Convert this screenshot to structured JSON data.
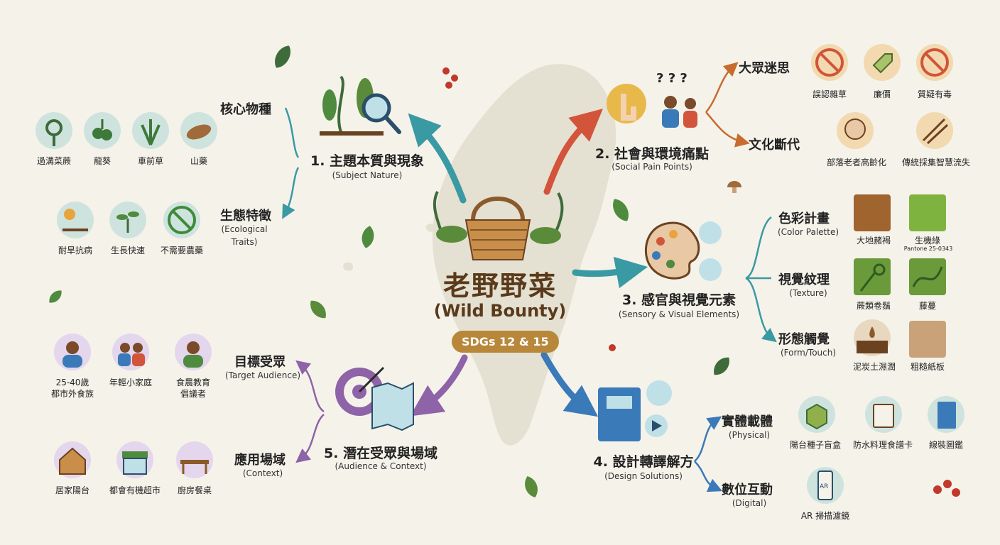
{
  "center": {
    "title": "老野野菜",
    "subtitle": "(Wild Bounty)",
    "badge": "SDGs 12 & 15"
  },
  "colors": {
    "background": "#f5f2ea",
    "teal": "#3a9aa3",
    "red": "#d2543a",
    "purple": "#8e63a8",
    "blue": "#3a7ab8",
    "brown": "#5a3a1a"
  },
  "n1": {
    "title": "1. 主題本質與現象",
    "sub": "(Subject Nature)",
    "b1": {
      "title": "核心物種"
    },
    "b1_items": [
      "過溝菜蕨",
      "龍葵",
      "車前草",
      "山藥"
    ],
    "b2": {
      "title": "生態特徵",
      "sub1": "(Ecological",
      "sub2": "Traits)"
    },
    "b2_items": [
      "耐旱抗病",
      "生長快速",
      "不需要農藥"
    ]
  },
  "n2": {
    "title": "2. 社會與環境痛點",
    "sub": "(Social Pain Points)",
    "b1": {
      "title": "大眾迷思"
    },
    "b1_items": [
      "誤認雜草",
      "廉價",
      "質疑有毒"
    ],
    "b2": {
      "title": "文化斷代"
    },
    "b2_items": [
      "部落老者高齡化",
      "傳統採集智慧流失"
    ]
  },
  "n3": {
    "title": "3. 感官與視覺元素",
    "sub": "(Sensory & Visual Elements)",
    "b1": {
      "title": "色彩計畫",
      "sub": "(Color Palette)"
    },
    "b1_items": [
      "大地赭褐",
      "生機綠"
    ],
    "pantone": "Pantone 25-0343",
    "b2": {
      "title": "視覺紋理",
      "sub": "(Texture)"
    },
    "b2_items": [
      "蕨類卷鬚",
      "藤蔓"
    ],
    "b3": {
      "title": "形態觸覺",
      "sub": "(Form/Touch)"
    },
    "b3_items": [
      "泥炭土濕潤",
      "粗糙紙板"
    ]
  },
  "n4": {
    "title": "4. 設計轉譯解方",
    "sub": "(Design Solutions)",
    "b1": {
      "title": "實體載體",
      "sub": "(Physical)"
    },
    "b1_items": [
      "陽台種子盲盒",
      "防水料理食譜卡",
      "線裝圖鑑"
    ],
    "b2": {
      "title": "數位互動",
      "sub": "(Digital)"
    },
    "b2_items": [
      "AR 掃描濾鏡"
    ]
  },
  "n5": {
    "title": "5. 潛在受眾與場域",
    "sub": "(Audience & Context)",
    "b1": {
      "title": "目標受眾",
      "sub": "(Target Audience)"
    },
    "b1_items": [
      [
        "25-40歲",
        "都市外食族"
      ],
      [
        "年輕小家庭"
      ],
      [
        "食農教育",
        "倡議者"
      ]
    ],
    "b2": {
      "title": "應用場域",
      "sub": "(Context)"
    },
    "b2_items": [
      "居家陽台",
      "都會有機超市",
      "廚房餐桌"
    ]
  }
}
